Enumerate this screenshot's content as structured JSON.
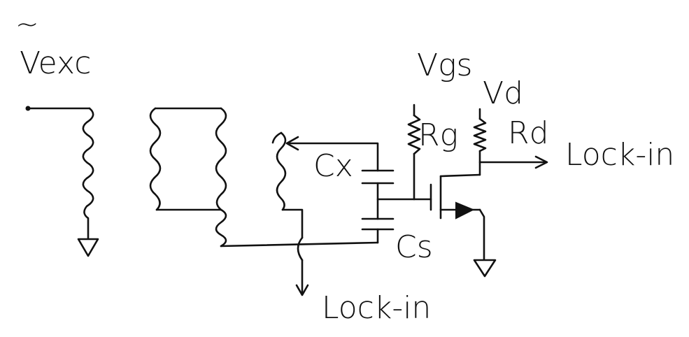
{
  "labels": {
    "tilde": "~",
    "vexc": "Vexc",
    "vgs": "Vgs",
    "vd": "Vd",
    "rg": "Rg",
    "rd": "Rd",
    "cx": "Cx",
    "cs": "Cs",
    "lockin_right": "Lock-in",
    "lockin_bottom": "Lock-in"
  },
  "colors": {
    "ink": "#111111",
    "background": "#ffffff"
  }
}
